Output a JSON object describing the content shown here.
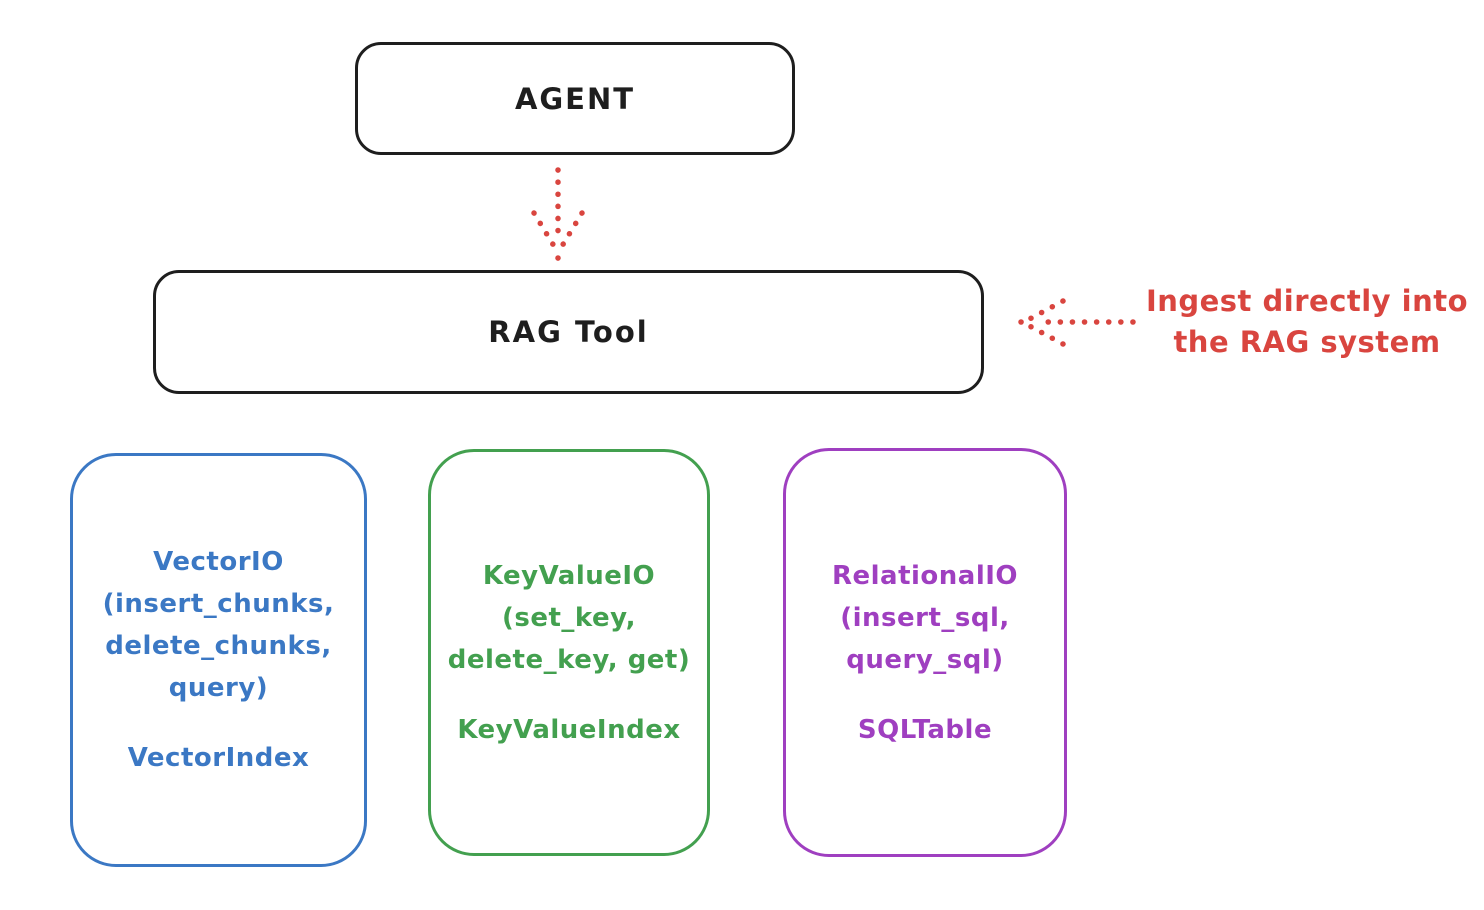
{
  "diagram": {
    "background": "#ffffff",
    "stroke_black": "#1e1e1e",
    "accent_red": "#d9453f"
  },
  "agent_box": {
    "label": "AGENT"
  },
  "rag_tool_box": {
    "label": "RAG Tool"
  },
  "annotation": {
    "line1": "Ingest directly into",
    "line2": "the RAG system",
    "color": "#d9453f"
  },
  "arrows": {
    "agent_to_rag": {
      "style": "dotted",
      "direction": "down",
      "color": "#d9453f"
    },
    "annotation_to_rag": {
      "style": "dotted",
      "direction": "left",
      "color": "#d9453f"
    }
  },
  "components": [
    {
      "id": "vector-io",
      "color": "#3b78c4",
      "lines": [
        "VectorIO",
        "(insert_chunks,",
        "delete_chunks,",
        "query)"
      ],
      "footer": "VectorIndex"
    },
    {
      "id": "key-value-io",
      "color": "#43a04f",
      "lines": [
        "KeyValueIO",
        "(set_key,",
        "delete_key, get)"
      ],
      "footer": "KeyValueIndex"
    },
    {
      "id": "relational-io",
      "color": "#9f3fc0",
      "lines": [
        "RelationalIO",
        "(insert_sql,",
        "query_sql)"
      ],
      "footer": "SQLTable"
    }
  ]
}
